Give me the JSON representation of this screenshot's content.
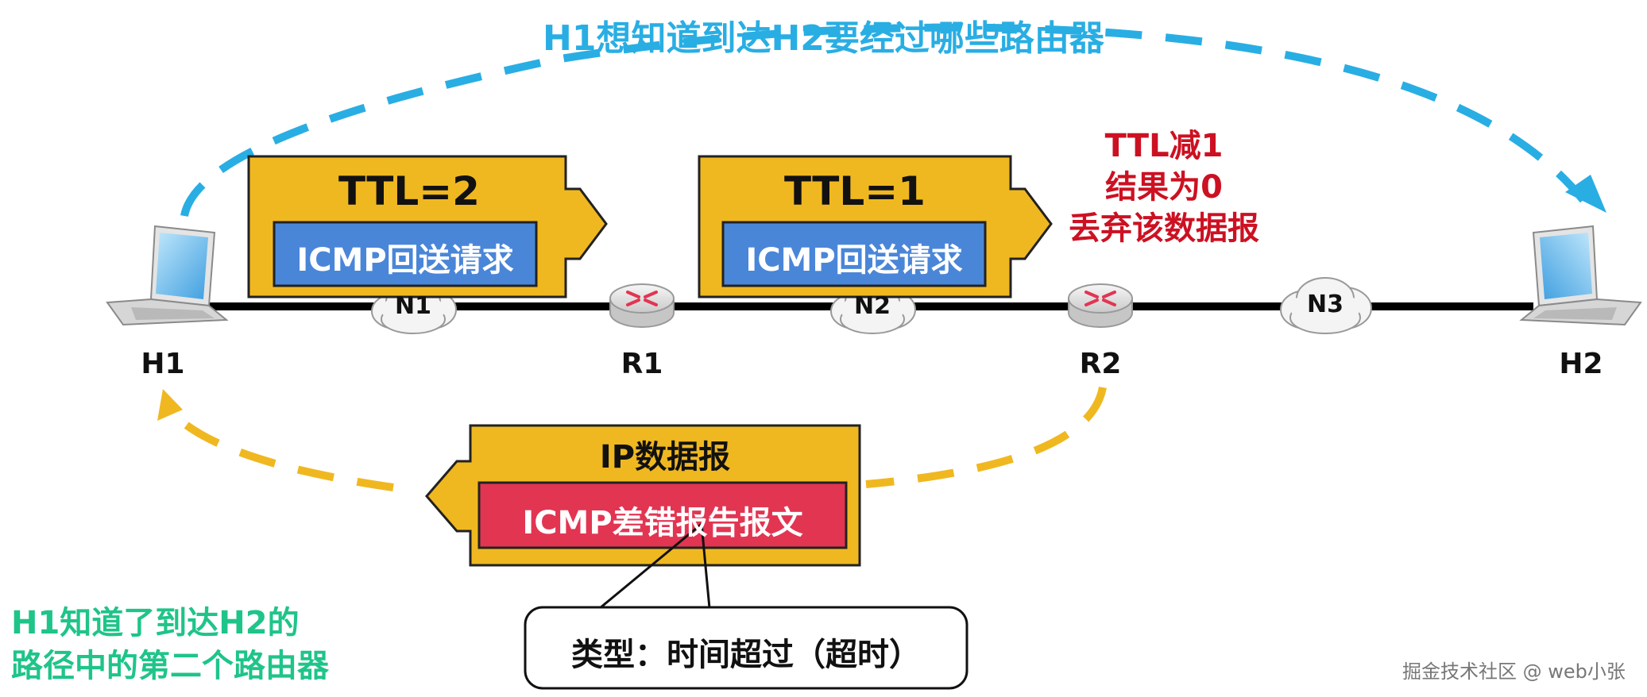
{
  "title": "H1想知道到达H2要经过哪些路由器",
  "hosts": {
    "h1": "H1",
    "h2": "H2"
  },
  "routers": {
    "r1": "R1",
    "r2": "R2"
  },
  "networks": {
    "n1": "N1",
    "n2": "N2",
    "n3": "N3"
  },
  "packet1": {
    "ttl": "TTL=2",
    "payload": "ICMP回送请求"
  },
  "packet2": {
    "ttl": "TTL=1",
    "payload": "ICMP回送请求"
  },
  "drop_note": {
    "line1": "TTL减1",
    "line2": "结果为0",
    "line3": "丢弃该数据报"
  },
  "reply_packet": {
    "header": "IP数据报",
    "payload": "ICMP差错报告报文"
  },
  "type_callout": "类型：时间超过（超时）",
  "conclusion": {
    "line1": "H1知道了到达H2的",
    "line2": "路径中的第二个路由器"
  },
  "watermark": "掘金技术社区 @ web小张",
  "colors": {
    "top_arc": "#29aee3",
    "bottom_arc": "#f0b820",
    "packet_fill": "#f0b820",
    "payload_fill": "#4a86d8",
    "error_fill": "#e23552",
    "drop_text": "#cc1122",
    "conclusion_text": "#1fc489"
  },
  "icons": [
    "laptop-icon",
    "router-icon",
    "cloud-icon"
  ]
}
